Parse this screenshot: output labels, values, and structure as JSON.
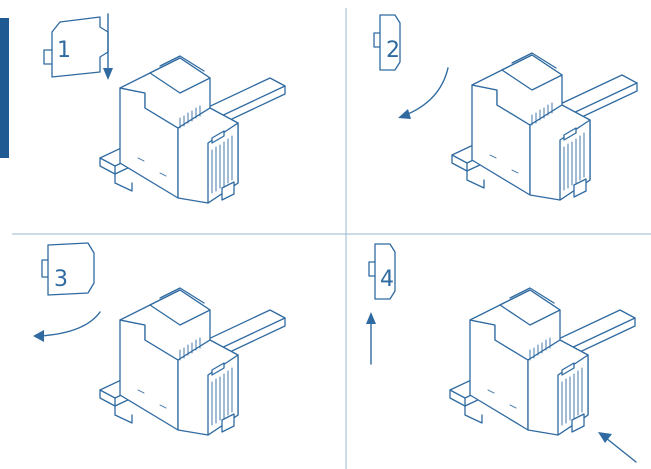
{
  "steps": [
    {
      "number": "1"
    },
    {
      "number": "2"
    },
    {
      "number": "3"
    },
    {
      "number": "4"
    }
  ],
  "colors": {
    "line": "#2f6aa0",
    "accent": "#1f5a93",
    "grid": "#9bb6d1"
  }
}
